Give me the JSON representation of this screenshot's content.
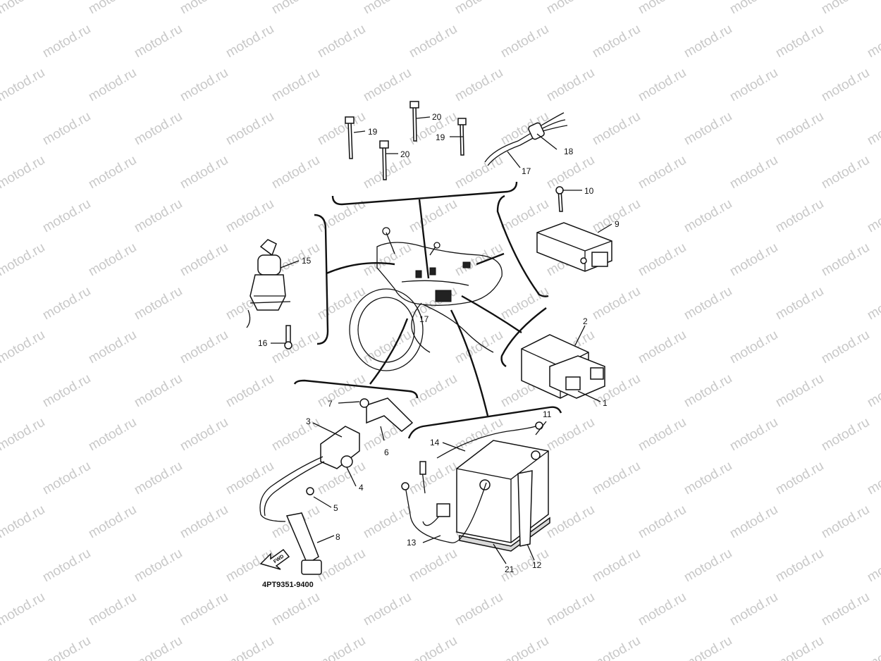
{
  "watermark": {
    "text": "motod.ru"
  },
  "diagram": {
    "catalog_code": "4PT9351-9400",
    "fwd_label": "FWD",
    "callouts": {
      "c1": "1",
      "c2": "2",
      "c3": "3",
      "c4": "4",
      "c5": "5",
      "c6": "6",
      "c7": "7",
      "c8": "8",
      "c9": "9",
      "c10": "10",
      "c11": "11",
      "c12": "12",
      "c13": "13",
      "c14": "14",
      "c15": "15",
      "c16": "16",
      "c17a": "17",
      "c17b": "17",
      "c18": "18",
      "c19a": "19",
      "c19b": "19",
      "c20a": "20",
      "c20b": "20",
      "c21": "21"
    }
  }
}
